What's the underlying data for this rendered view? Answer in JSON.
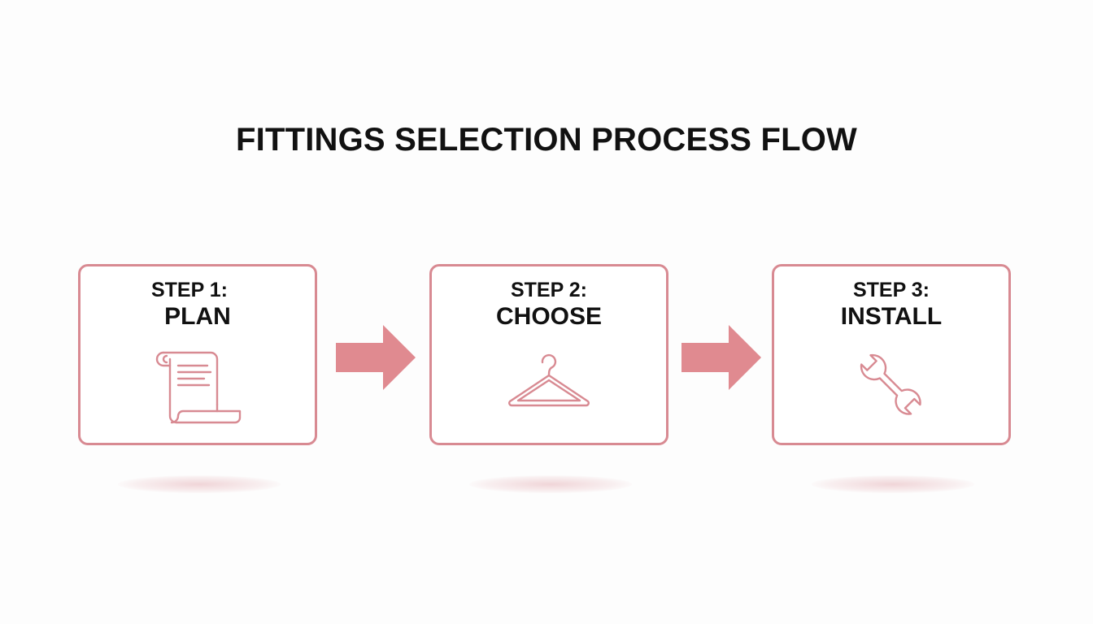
{
  "title": "FITTINGS SELECTION PROCESS FLOW",
  "accent_color": "#d88a92",
  "arrow_color": "#e08a90",
  "steps": [
    {
      "label": "STEP 1:",
      "name": "PLAN",
      "icon": "scroll-icon"
    },
    {
      "label": "STEP 2:",
      "name": "CHOOSE",
      "icon": "hanger-icon"
    },
    {
      "label": "STEP 3:",
      "name": "INSTALL",
      "icon": "wrench-icon"
    }
  ]
}
